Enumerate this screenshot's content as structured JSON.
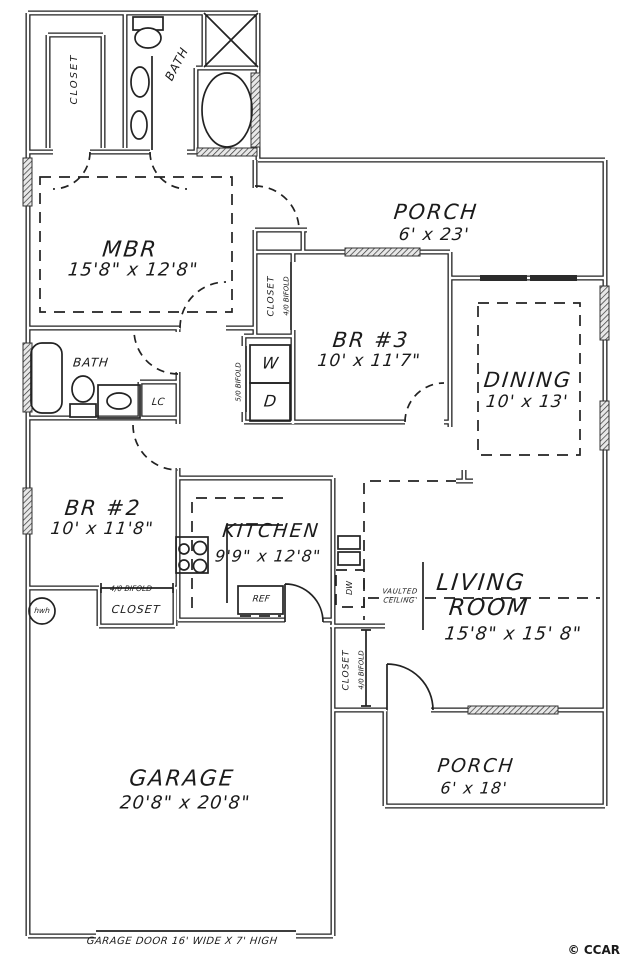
{
  "plan": {
    "rooms": {
      "mbr": {
        "name": "MBR",
        "dims": "15'8\" x 12'8\""
      },
      "porch_top": {
        "name": "PORCH",
        "dims": "6' x 23'"
      },
      "br3": {
        "name": "BR #3",
        "dims": "10' x 11'7\""
      },
      "dining": {
        "name": "DINING",
        "dims": "10' x 13'"
      },
      "br2": {
        "name": "BR #2",
        "dims": "10' x 11'8\""
      },
      "kitchen": {
        "name": "KITCHEN",
        "dims": "9'9\" x 12'8\""
      },
      "living": {
        "line1": "LIVING",
        "line2": "ROOM",
        "dims": "15'8\" x 15' 8\""
      },
      "garage": {
        "name": "GARAGE",
        "dims": "20'8\" x 20'8\""
      },
      "porch_bottom": {
        "name": "PORCH",
        "dims": "6' x 18'"
      }
    },
    "fixtures": {
      "closet_mbr": "CLOSET",
      "bath_top": "BATH",
      "closet_br3": "CLOSET",
      "bifold_br3": "4/0 BIFOLD",
      "washer": "W",
      "dryer": "D",
      "bifold_wd": "5/0 BIFOLD",
      "bath2": "BATH",
      "linen_closet": "LC",
      "bifold_br2": "4/0 BIFOLD",
      "closet_br2": "CLOSET",
      "water_heater": "hwh",
      "fridge": "REF",
      "dishwasher": "DW",
      "vaulted_line1": "VAULTED",
      "vaulted_line2": "CEILING",
      "closet_living": "CLOSET",
      "bifold_living": "4/0 BIFOLD",
      "garage_door_note": "GARAGE DOOR 16' WIDE X 7' HIGH"
    },
    "copyright": "© CCAR"
  }
}
